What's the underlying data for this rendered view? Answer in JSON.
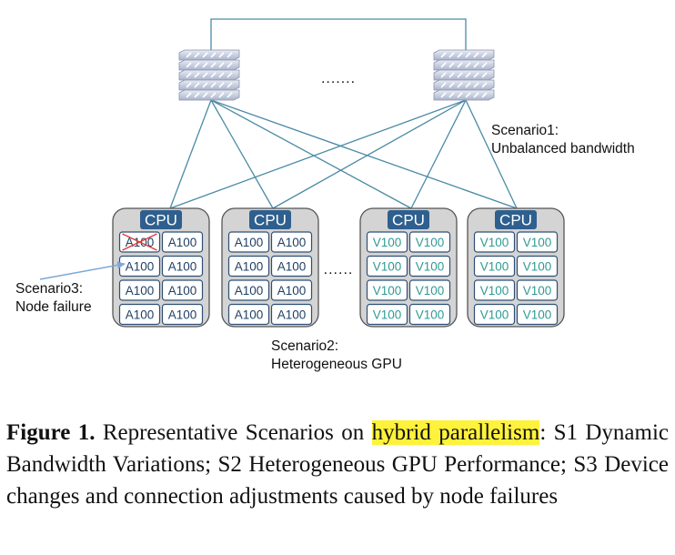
{
  "figure": {
    "switches": [
      "switch",
      "switch"
    ],
    "switch_gap_dots": ".......",
    "node_gap_dots": "......",
    "nodes": [
      {
        "cpu": "CPU",
        "kind": "a100",
        "gpus": [
          [
            "A100",
            "A100"
          ],
          [
            "A100",
            "A100"
          ],
          [
            "A100",
            "A100"
          ],
          [
            "A100",
            "A100"
          ]
        ],
        "failed": "0,0"
      },
      {
        "cpu": "CPU",
        "kind": "a100",
        "gpus": [
          [
            "A100",
            "A100"
          ],
          [
            "A100",
            "A100"
          ],
          [
            "A100",
            "A100"
          ],
          [
            "A100",
            "A100"
          ]
        ],
        "failed": ""
      },
      {
        "cpu": "CPU",
        "kind": "v100",
        "gpus": [
          [
            "V100",
            "V100"
          ],
          [
            "V100",
            "V100"
          ],
          [
            "V100",
            "V100"
          ],
          [
            "V100",
            "V100"
          ]
        ],
        "failed": ""
      },
      {
        "cpu": "CPU",
        "kind": "v100",
        "gpus": [
          [
            "V100",
            "V100"
          ],
          [
            "V100",
            "V100"
          ],
          [
            "V100",
            "V100"
          ],
          [
            "V100",
            "V100"
          ]
        ],
        "failed": ""
      }
    ],
    "scenario1": [
      "Scenario1:",
      "Unbalanced bandwidth"
    ],
    "scenario2": [
      "Scenario2:",
      "Heterogeneous GPU"
    ],
    "scenario3": [
      "Scenario3:",
      "Node failure"
    ],
    "colors": {
      "link": "#4a8aa6",
      "node_fill": "#d4d4d4",
      "cpu_fill": "#2e5f8e",
      "a100_text": "#1f3f66",
      "v100_text": "#2f9a94",
      "failure_mark": "#e03a3a",
      "highlight": "#fff23a"
    }
  },
  "caption": {
    "label": "Figure 1.",
    "before": " Representative Scenarios on ",
    "highlight": "hybrid parallelism",
    "after": ": S1 Dynamic Bandwidth Variations; S2 Heterogeneous GPU Performance; S3 Device changes and connection adjustments caused by node failures"
  }
}
